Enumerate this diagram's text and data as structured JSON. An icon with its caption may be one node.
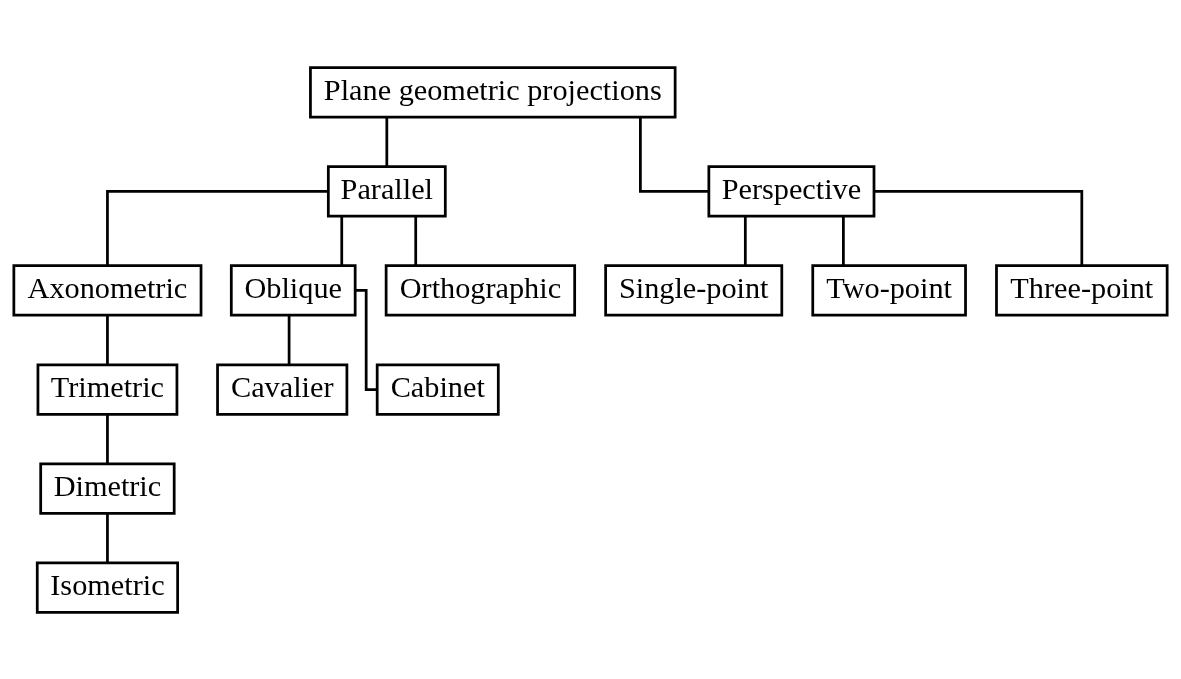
{
  "diagram": {
    "nodes": [
      {
        "text": [
          "Plane geometric projections"
        ]
      },
      {
        "text": [
          "Parallel"
        ]
      },
      {
        "text": [
          "Perspective"
        ]
      },
      {
        "text": [
          "Axonometric"
        ]
      },
      {
        "text": [
          "Oblique"
        ]
      },
      {
        "text": [
          "Orthographic"
        ]
      },
      {
        "text": [
          "Trimetric"
        ]
      },
      {
        "text": [
          "Cavalier"
        ]
      },
      {
        "text": [
          "Cabinet"
        ]
      },
      {
        "text": [
          "Dimetric"
        ]
      },
      {
        "text": [
          "Single-point"
        ]
      },
      {
        "text": [
          "Two-point"
        ]
      },
      {
        "text": [
          "Three-point"
        ]
      },
      {
        "text": [
          "Isometric"
        ]
      }
    ],
    "edges": [
      {
        "from": 0,
        "to": 1,
        "arrow": "none"
      },
      {
        "from": 0,
        "to": 2,
        "arrow": "none"
      },
      {
        "from": 1,
        "to": 3,
        "arrow": "none"
      },
      {
        "from": 1,
        "to": 4,
        "arrow": "none"
      },
      {
        "from": 1,
        "to": 5,
        "arrow": "none"
      },
      {
        "from": 3,
        "to": 6,
        "arrow": "none"
      },
      {
        "from": 4,
        "to": 7,
        "arrow": "none"
      },
      {
        "from": 4,
        "to": 8,
        "arrow": "none"
      },
      {
        "from": 6,
        "to": 9,
        "arrow": "none"
      },
      {
        "from": 2,
        "to": 10,
        "arrow": "none"
      },
      {
        "from": 2,
        "to": 11,
        "arrow": "none"
      },
      {
        "from": 2,
        "to": 12,
        "arrow": "none"
      },
      {
        "from": 9,
        "to": 13,
        "arrow": "none"
      }
    ]
  }
}
